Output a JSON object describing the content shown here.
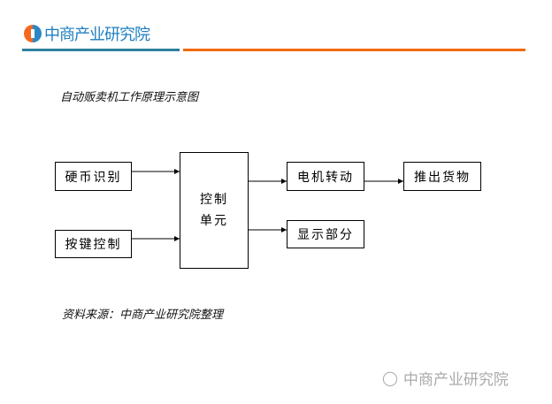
{
  "header": {
    "logo_text": "中商产业研究院",
    "colors": {
      "teal": "#2e7f9c",
      "orange": "#f26a10",
      "blue": "#1f7fc2"
    }
  },
  "title": "自动贩卖机工作原理示意图",
  "nodes": {
    "coin": "硬币识别",
    "keys": "按键控制",
    "control_line1": "控制",
    "control_line2": "单元",
    "motor": "电机转动",
    "display": "显示部分",
    "push": "推出货物"
  },
  "source": "资料来源：中商产业研究院整理",
  "watermark": {
    "icon": "wechat-icon",
    "text": "中商产业研究院"
  }
}
